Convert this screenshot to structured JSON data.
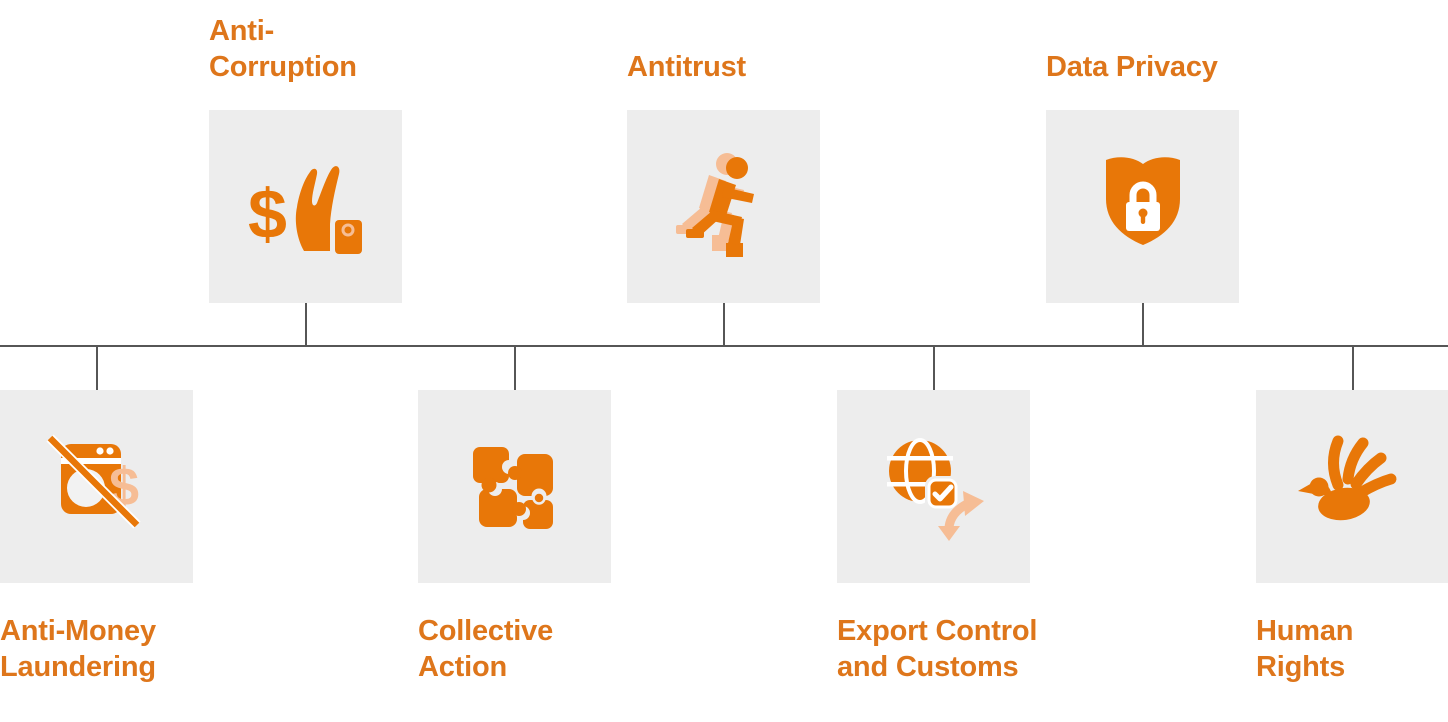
{
  "palette": {
    "accent": "#E87708",
    "accent_light": "#F6BD95",
    "tile_bg": "#EDEDED",
    "line": "#565656",
    "label": "#DE761B"
  },
  "topics": {
    "top": [
      {
        "id": "anti-corruption",
        "label": "Anti-\nCorruption",
        "icon": "bribery-refusal-hand-icon"
      },
      {
        "id": "antitrust",
        "label": "Antitrust",
        "icon": "running-person-icon"
      },
      {
        "id": "data-privacy",
        "label": "Data Privacy",
        "icon": "shield-lock-icon"
      }
    ],
    "bottom": [
      {
        "id": "anti-money-laundering",
        "label": "Anti-Money\nLaundering",
        "icon": "crossed-washing-machine-icon"
      },
      {
        "id": "collective-action",
        "label": "Collective\nAction",
        "icon": "puzzle-pieces-icon"
      },
      {
        "id": "export-control-and-customs",
        "label": "Export Control\nand Customs",
        "icon": "globe-check-arrows-icon"
      },
      {
        "id": "human-rights",
        "label": "Human Rights",
        "icon": "dove-hand-icon"
      }
    ]
  }
}
